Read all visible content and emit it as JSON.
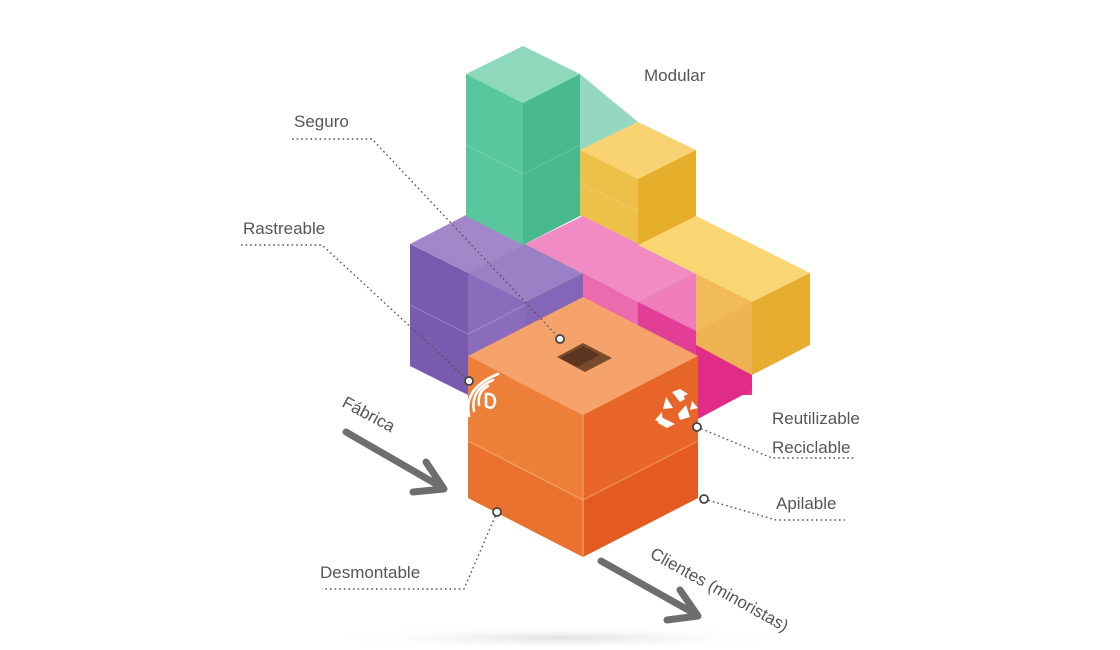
{
  "labels": {
    "modular": "Modular",
    "seguro": "Seguro",
    "rastreable": "Rastreable",
    "reutilizable": "Reutilizable",
    "reciclable": "Reciclable",
    "apilable": "Apilable",
    "desmontable": "Desmontable"
  },
  "arrows": {
    "origin": "Fábrica",
    "destination": "Clientes (minoristas)"
  },
  "icons": [
    "rfid-icon",
    "recycle-icon"
  ],
  "colors": {
    "orange": "#EE7A2E",
    "green": "#52C49A",
    "yellow": "#F2B83C",
    "pink": "#E94E9E",
    "purple": "#7F5FB0",
    "arrow": "#6E6E6E",
    "text": "#555555"
  }
}
